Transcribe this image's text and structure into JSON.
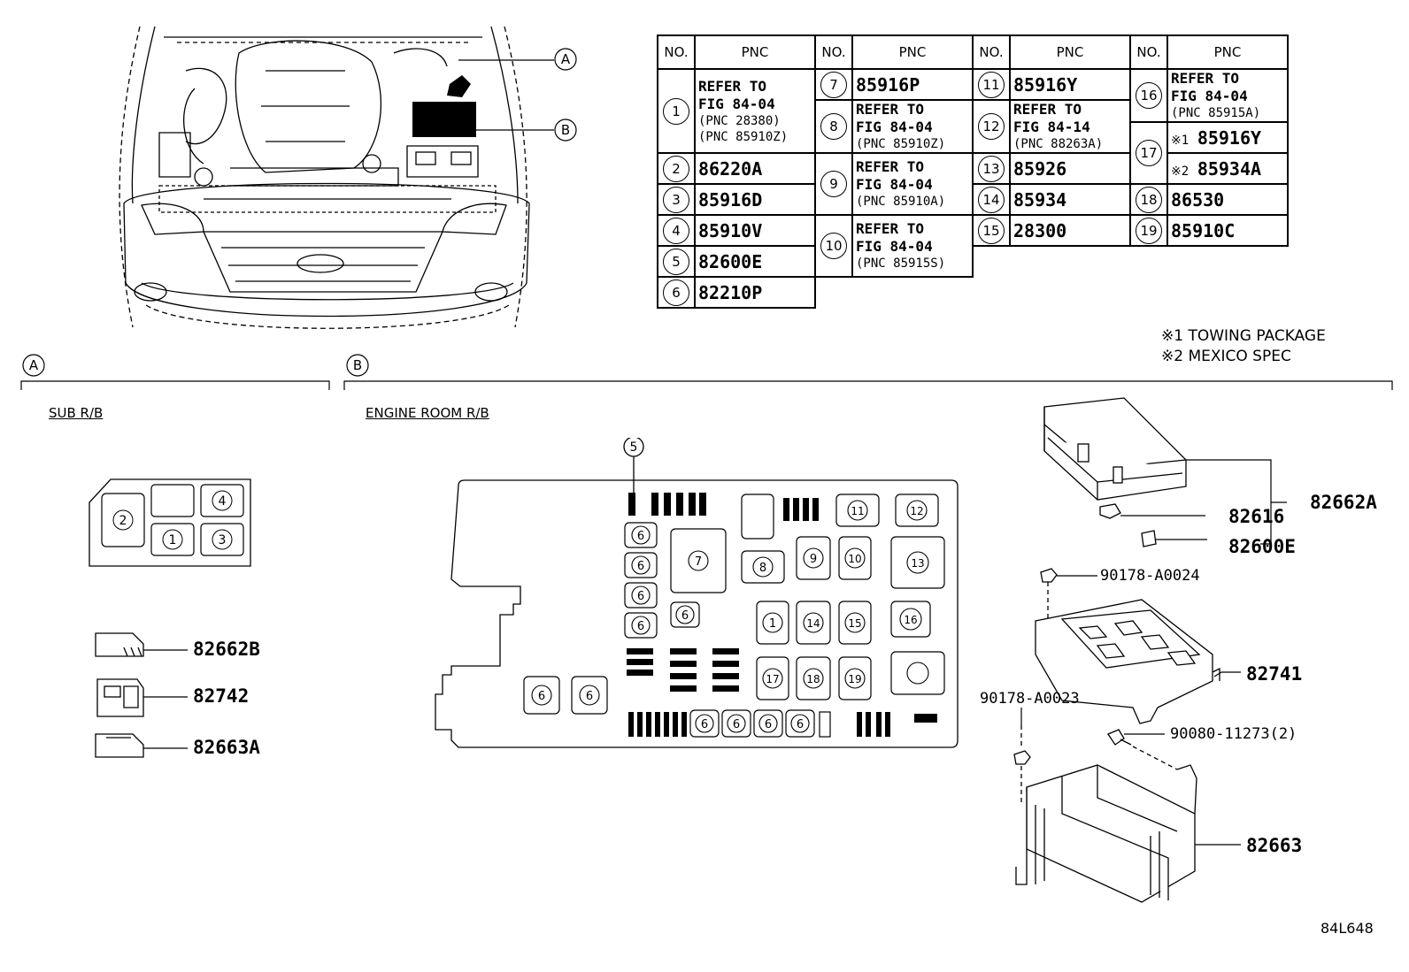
{
  "table": {
    "headers": [
      "NO.",
      "PNC"
    ],
    "col1": [
      {
        "no": "1",
        "refer": "REFER TO",
        "fig": "FIG 84-04",
        "pnc": [
          "(PNC 28380)",
          "(PNC 85910Z)"
        ]
      },
      {
        "no": "2",
        "value": "86220A"
      },
      {
        "no": "3",
        "value": "85916D"
      },
      {
        "no": "4",
        "value": "85910V"
      },
      {
        "no": "5",
        "value": "82600E"
      },
      {
        "no": "6",
        "value": "82210P"
      }
    ],
    "col2": [
      {
        "no": "7",
        "value": "85916P"
      },
      {
        "no": "8",
        "refer": "REFER TO",
        "fig": "FIG 84-04",
        "pnc": [
          "(PNC 85910Z)"
        ]
      },
      {
        "no": "9",
        "refer": "REFER TO",
        "fig": "FIG 84-04",
        "pnc": [
          "(PNC 85910A)"
        ]
      },
      {
        "no": "10",
        "refer": "REFER TO",
        "fig": "FIG 84-04",
        "pnc": [
          "(PNC 85915S)"
        ]
      }
    ],
    "col3": [
      {
        "no": "11",
        "value": "85916Y"
      },
      {
        "no": "12",
        "refer": "REFER TO",
        "fig": "FIG 84-14",
        "pnc": [
          "(PNC 88263A)"
        ]
      },
      {
        "no": "13",
        "value": "85926"
      },
      {
        "no": "14",
        "value": "85934"
      },
      {
        "no": "15",
        "value": "28300"
      }
    ],
    "col4": [
      {
        "no": "16",
        "refer": "REFER TO",
        "fig": "FIG 84-04",
        "pnc": [
          "(PNC 85915A)"
        ]
      },
      {
        "no": "17",
        "variants": [
          {
            "mark": "※1",
            "value": "85916Y"
          },
          {
            "mark": "※2",
            "value": "85934A"
          }
        ]
      },
      {
        "no": "18",
        "value": "86530"
      },
      {
        "no": "19",
        "value": "85910C"
      }
    ]
  },
  "notes": [
    "※1 TOWING PACKAGE",
    "※2 MEXICO SPEC"
  ],
  "callouts": {
    "a": "A",
    "b": "B"
  },
  "sections": {
    "sub_rb": "SUB R/B",
    "engine_rb": "ENGINE ROOM R/B"
  },
  "sub_rb_fuses": [
    "2",
    "4",
    "1",
    "3"
  ],
  "engine_rb_fuses": {
    "top": [
      "11",
      "12"
    ],
    "mid": [
      "7",
      "8",
      "9",
      "10",
      "13"
    ],
    "row3": [
      "1",
      "14",
      "15"
    ],
    "row4": [
      "16",
      "17",
      "18",
      "19"
    ],
    "six": "6",
    "five": "5"
  },
  "parts": {
    "p82662B": "82662B",
    "p82742": "82742",
    "p82663A": "82663A",
    "p82662A": "82662A",
    "p82616": "82616",
    "p82600E": "82600E",
    "p90178_24": "90178-A0024",
    "p82741": "82741",
    "p90178_23": "90178-A0023",
    "p90080": "90080-11273(2)",
    "p82663": "82663"
  },
  "figure_id": "84L648"
}
